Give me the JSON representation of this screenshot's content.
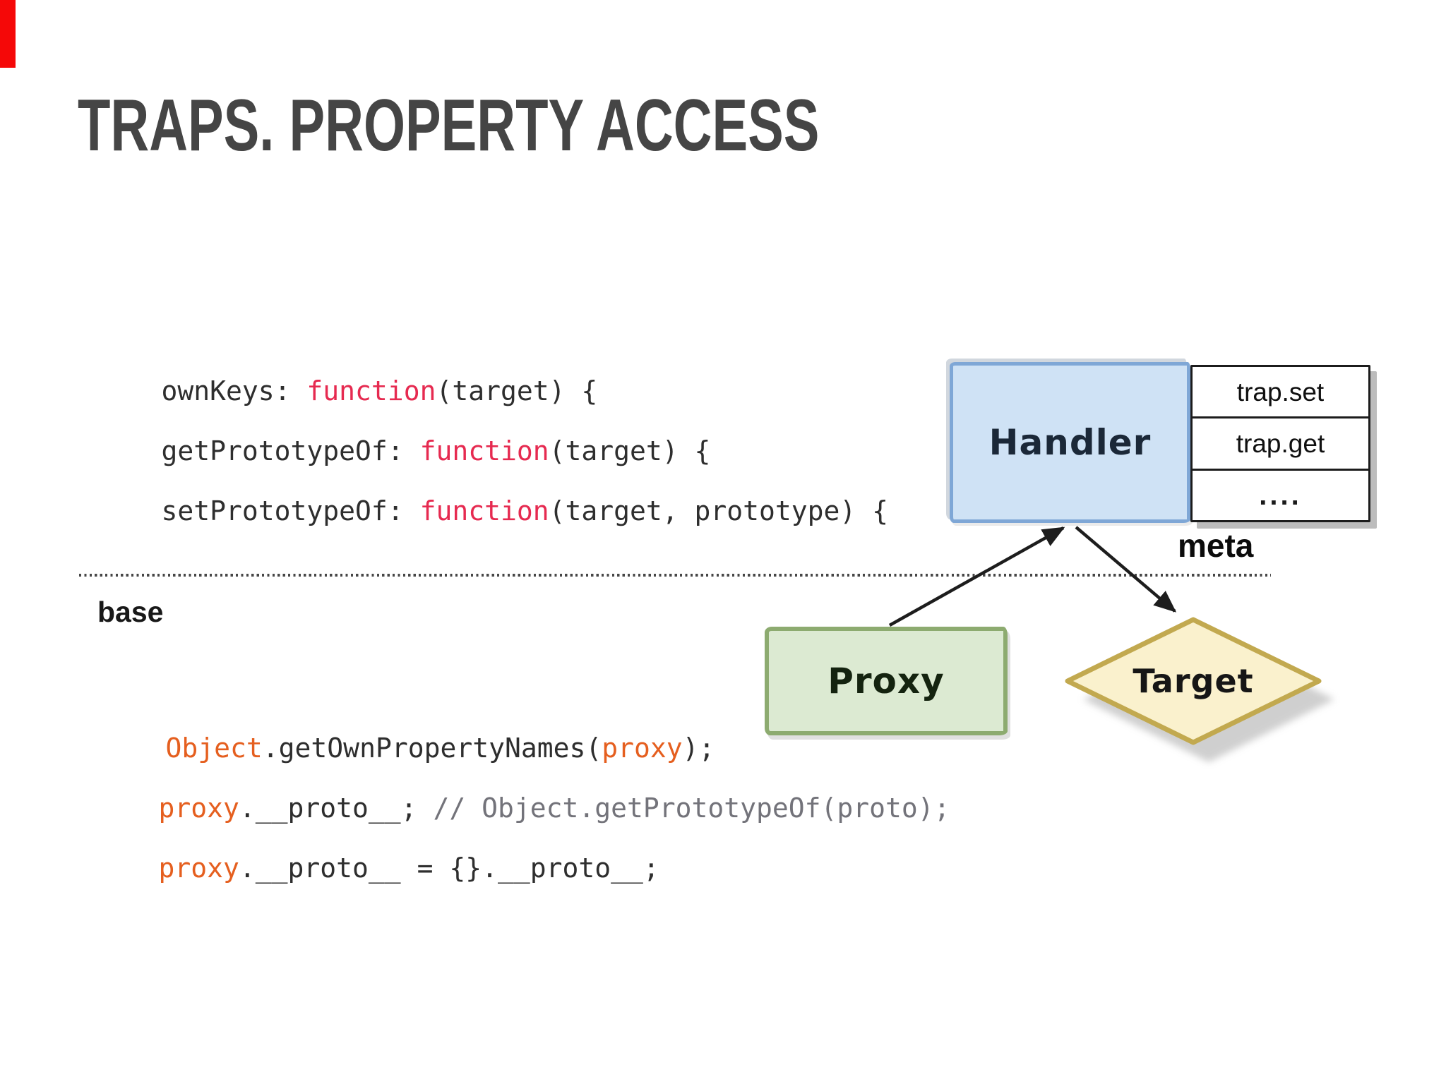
{
  "slide": {
    "title": "TRAPS. PROPERTY ACCESS"
  },
  "accent_bar": {
    "color": "#f50808"
  },
  "palette": {
    "title_gray": "#454545",
    "code_dark": "#2e2e2e",
    "keyword_red": "#e62a50",
    "identifier_orange": "#e55f1f",
    "comment_gray": "#73737a",
    "arrow_black": "#1d1d1d"
  },
  "code_top": {
    "lines": [
      {
        "segments": [
          {
            "text": "ownKeys: "
          },
          {
            "text": "function"
          },
          {
            "text": "(target) {"
          }
        ]
      },
      {
        "segments": [
          {
            "text": "getPrototypeOf: "
          },
          {
            "text": "function"
          },
          {
            "text": "(target) {"
          }
        ]
      },
      {
        "segments": [
          {
            "text": "setPrototypeOf: "
          },
          {
            "text": "function"
          },
          {
            "text": "(target, prototype) {"
          }
        ]
      }
    ]
  },
  "section": {
    "divider_label": "base"
  },
  "code_bottom": {
    "lines": [
      {
        "segments": [
          {
            "text": "Object"
          },
          {
            "text": ".getOwnPropertyNames("
          },
          {
            "text": "proxy"
          },
          {
            "text": ");"
          }
        ]
      },
      {
        "segments": [
          {
            "text": "proxy"
          },
          {
            "text": ".__proto__; "
          },
          {
            "text": "// Object.getPrototypeOf(proto);"
          }
        ]
      },
      {
        "segments": [
          {
            "text": "proxy"
          },
          {
            "text": ".__proto__ = {}.__proto__;"
          }
        ]
      }
    ]
  },
  "diagram": {
    "handler": {
      "label": "Handler",
      "fill": "#cfe2f5",
      "border": "#7fa7d6"
    },
    "traps_table": {
      "rows": [
        "trap.set",
        "trap.get",
        "...."
      ]
    },
    "meta_label": "meta",
    "proxy": {
      "label": "Proxy",
      "fill": "#dcead2",
      "border": "#8dab70"
    },
    "target": {
      "label": "Target",
      "fill": "#faf1cd",
      "border": "#c2a94f"
    }
  }
}
